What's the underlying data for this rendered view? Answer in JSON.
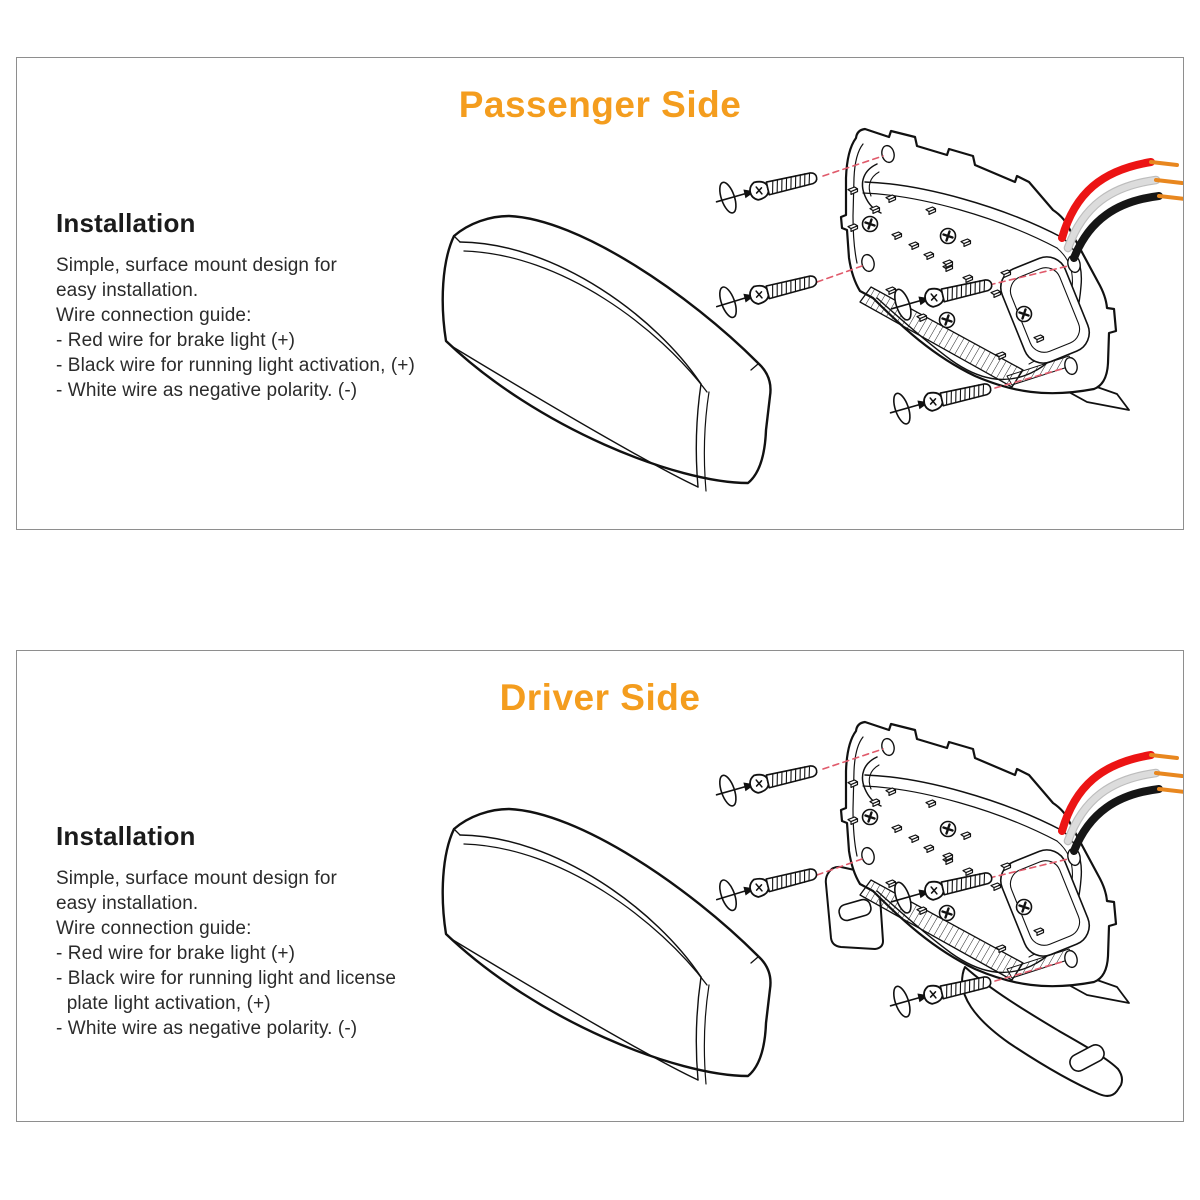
{
  "accent_color": "#F49D1E",
  "panels": [
    {
      "title": "Passenger Side",
      "heading": "Installation",
      "body_lines": [
        "Simple, surface mount design for",
        "easy installation.",
        "Wire connection guide:",
        "- Red wire for brake light (+)",
        "- Black wire for running light activation, (+)",
        "- White wire as negative polarity. (-)"
      ]
    },
    {
      "title": "Driver Side",
      "heading": "Installation",
      "body_lines": [
        "Simple, surface mount design for",
        "easy installation.",
        "Wire connection guide:",
        "- Red wire for brake light (+)",
        "- Black wire for running light and license",
        "  plate light activation, (+)",
        "- White wire as negative polarity. (-)"
      ]
    }
  ],
  "diagram": {
    "line_color": "#1a1a1a",
    "guide_color": "#E05A6B",
    "wire_colors": {
      "red": "#EC1414",
      "white": "#DCDCDC",
      "black": "#161616",
      "tip": "#E8871F"
    }
  }
}
